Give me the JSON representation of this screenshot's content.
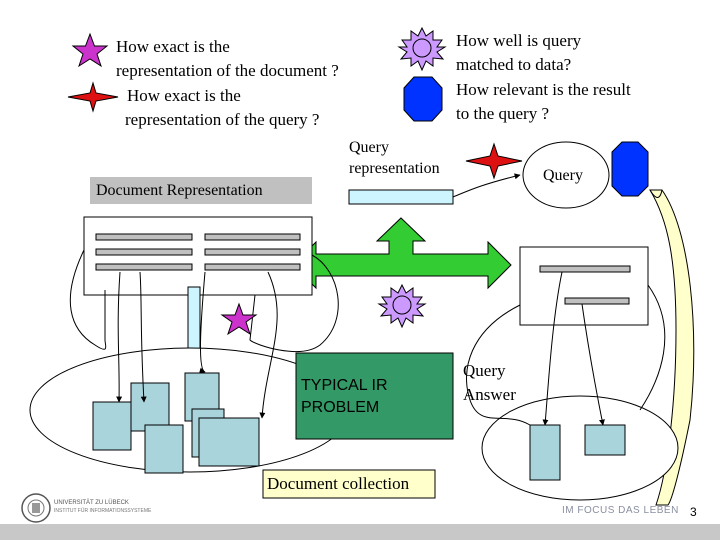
{
  "legend": {
    "doc_question_1": "How exact is the",
    "doc_question_2": "representation of the document ?",
    "query_question_1": "How exact is the",
    "query_question_2": "representation of the query ?",
    "match_question_1": "How well is query",
    "match_question_2": "matched to data?",
    "match_question_3": "How relevant is the result",
    "match_question_4": "to the query ?"
  },
  "labels": {
    "document_representation": "Document Representation",
    "query_representation_1": "Query",
    "query_representation_2": "representation",
    "query": "Query",
    "typical_ir_1": "TYPICAL IR",
    "typical_ir_2": "PROBLEM",
    "query_answer_1": "Query",
    "query_answer_2": "Answer",
    "document_collection": "Document collection"
  },
  "footer": {
    "university_line_1": "UNIVERSITÄT ZU LÜBECK",
    "university_line_2": "INSTITUT FÜR INFORMATIONSSYSTEME",
    "slogan": "IM FOCUS DAS LEBEN",
    "page_number": "3"
  },
  "colors": {
    "magenta_star": "#cc33cc",
    "red_star": "#dd1111",
    "sun_body": "#cc99ff",
    "blue_octagon": "#0033ff",
    "green_arrow": "#33cc33",
    "doc_box": "#a9d4db",
    "ir_box": "#339966",
    "query_rep_box": "#ccf5ff",
    "doc_rep_bg": "#c0c0c0",
    "yellow_ribbon": "#ffffcc"
  },
  "icons": [
    "star-magenta-icon",
    "star-red-icon",
    "sun-icon",
    "octagon-blue-icon",
    "university-seal-icon"
  ]
}
